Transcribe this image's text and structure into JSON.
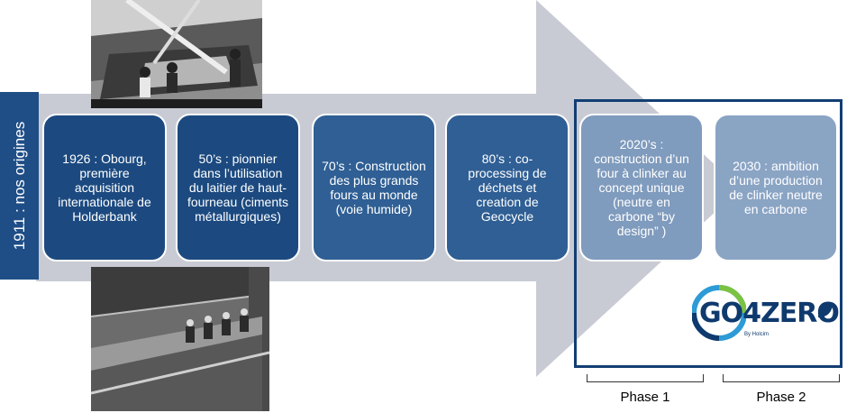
{
  "origin": {
    "label": "1911 : nos origines"
  },
  "boxes": [
    {
      "text": "1926 : Obourg, première acquisition internationale de Holderbank"
    },
    {
      "text": "50’s : pionnier dans l’utilisation du laitier de haut-fourneau (ciments métallurgiques)"
    },
    {
      "text": "70’s : Construction des plus grands fours au monde (voie humide)"
    },
    {
      "text": "80’s : co-processing de déchets et creation de Geocycle"
    },
    {
      "text": "2020’s : construction d’un four à clinker au concept unique (neutre en carbone “by design” )"
    },
    {
      "text": "2030 : ambition d’une production de clinker neutre en carbone"
    }
  ],
  "phases": [
    {
      "label": "Phase 1"
    },
    {
      "label": "Phase 2"
    }
  ],
  "logo": {
    "main": "GO4ZERO",
    "sub": "By Holcim",
    "icon": "leaf-icon"
  },
  "colors": {
    "dark": "#1c4a80",
    "mid": "#2f5f94",
    "light": "#7f9bbd",
    "arrow": "#c8cbd4",
    "frame": "#123e73"
  }
}
